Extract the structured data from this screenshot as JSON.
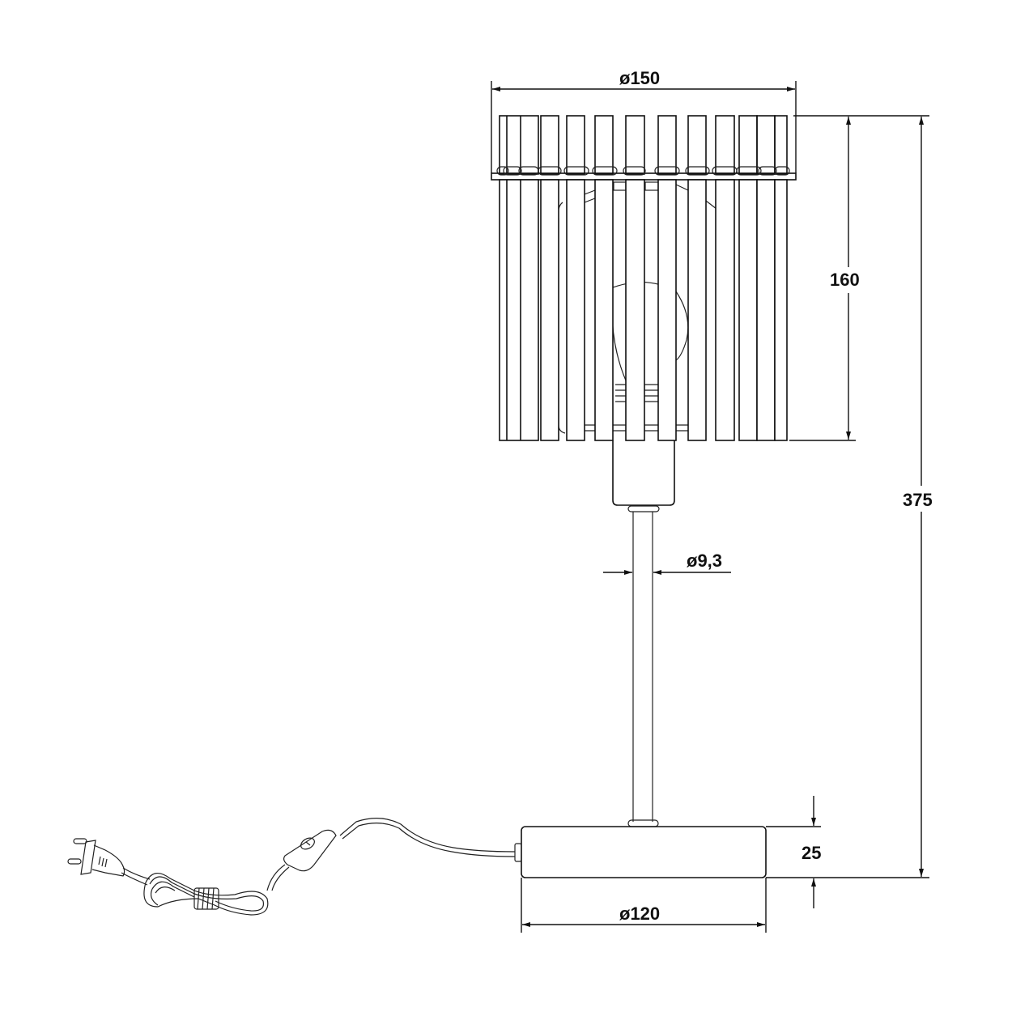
{
  "drawing": {
    "title": "Table lamp dimension drawing",
    "units": "mm",
    "line_color": "#111111",
    "background": "#ffffff"
  },
  "dimensions": {
    "shade_diameter": "ø150",
    "shade_height": "160",
    "total_height": "375",
    "stem_diameter": "ø9,3",
    "base_height": "25",
    "base_diameter": "ø120"
  },
  "parts": {
    "shade": "slatted-cylindrical-shade",
    "bulb": "globe-bulb",
    "socket": "lamp-socket",
    "stem": "stem-rod",
    "base": "round-base",
    "cord": "power-cord-with-inline-switch",
    "plug": "eu-two-pin-plug"
  }
}
